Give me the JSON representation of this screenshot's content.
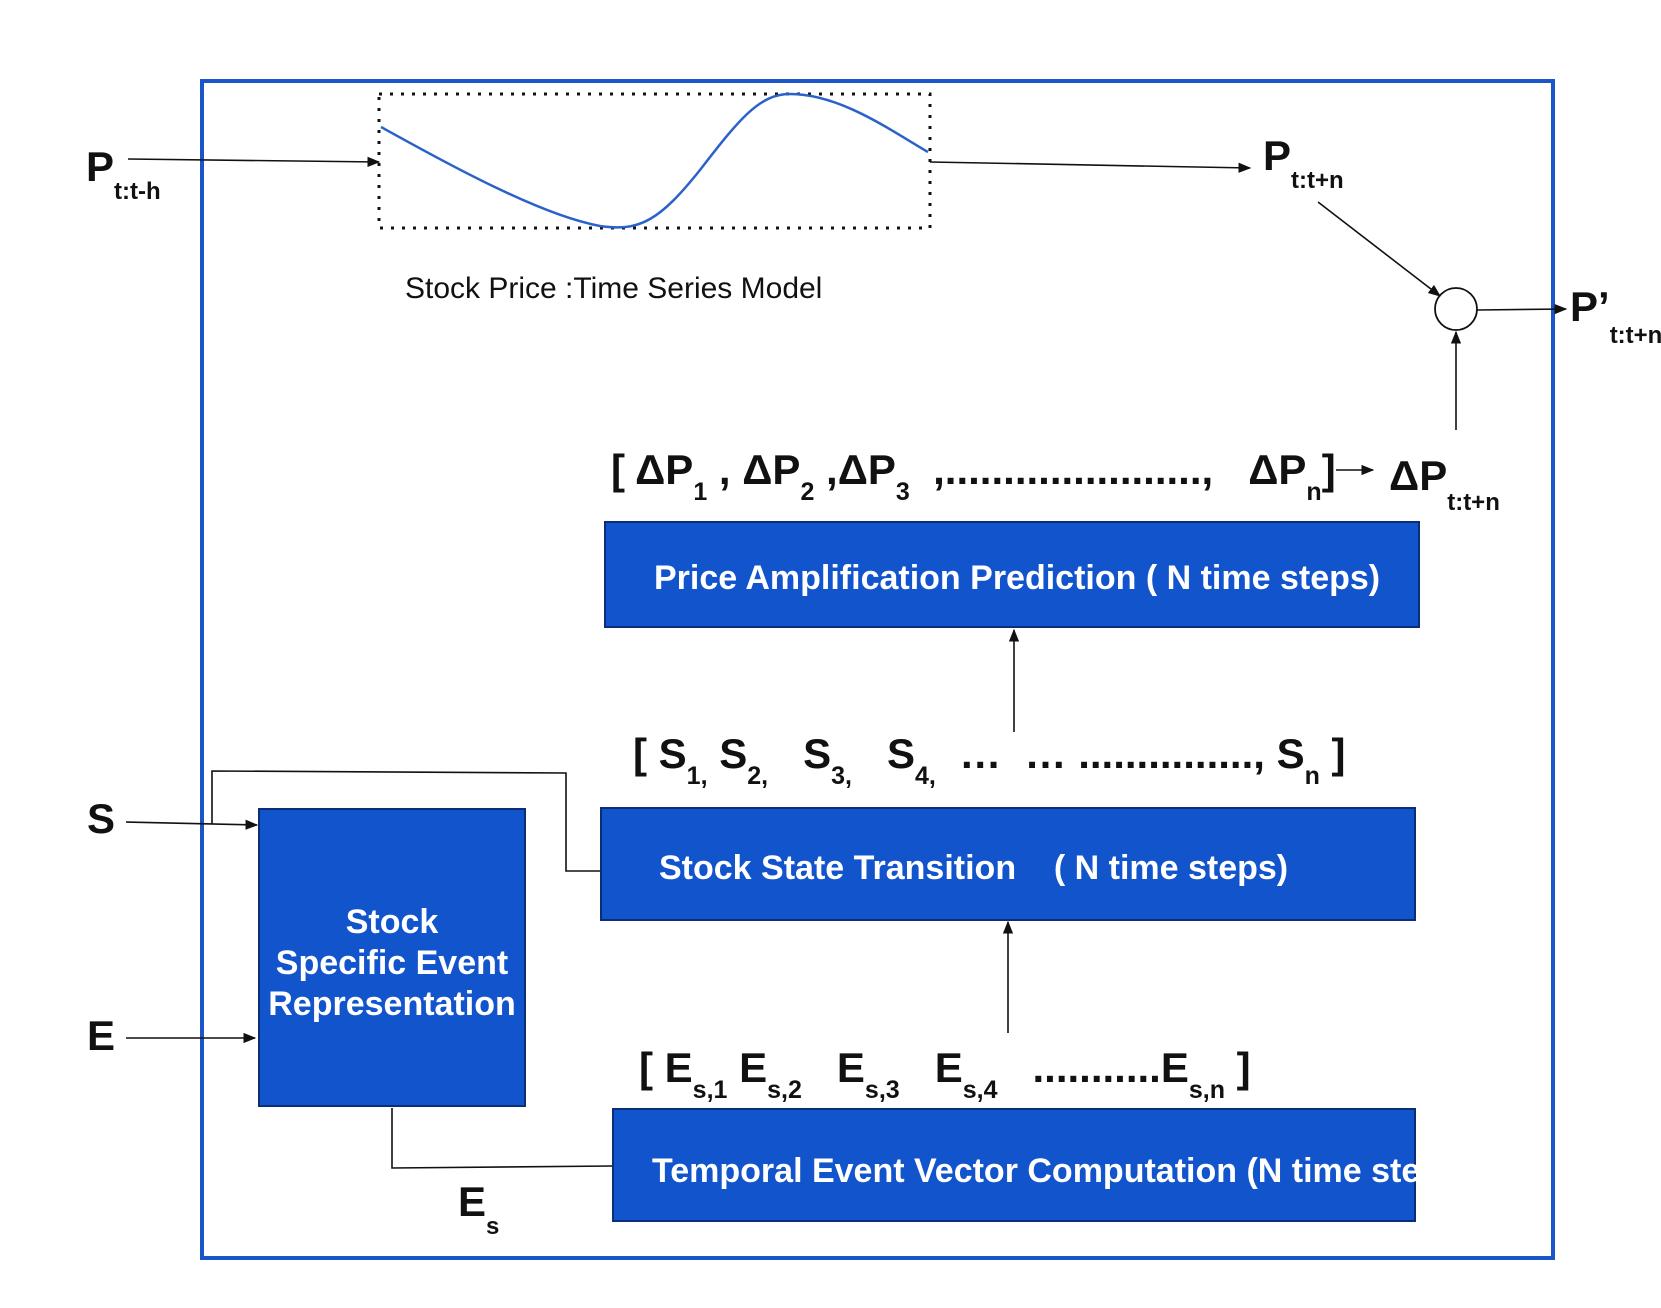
{
  "inputs": {
    "p_hist": {
      "base": "P",
      "sub": "t:t-h"
    },
    "s": "S",
    "e": "E"
  },
  "time_series": {
    "caption": "Stock Price :Time Series Model"
  },
  "outputs": {
    "p_pred": {
      "base": "P",
      "sub": "t:t+n"
    },
    "p_final": {
      "base": "P’",
      "sub": "t:t+n"
    },
    "delta_p": {
      "base": "ΔP",
      "sub": "t:t+n"
    }
  },
  "boxes": {
    "event_rep": [
      "Stock",
      "Specific Event",
      "Representation"
    ],
    "temporal": "Temporal Event Vector Computation (N time steps)",
    "state": "Stock State Transition    ( N time steps)",
    "price": "Price Amplification Prediction ( N time steps)"
  },
  "sequences": {
    "delta": {
      "open": "[ ",
      "close": "]",
      "items": [
        {
          "base": "ΔP",
          "sub": "1",
          "sep": " , "
        },
        {
          "base": "ΔP",
          "sub": "2",
          "sep": " ,"
        },
        {
          "base": "ΔP",
          "sub": "3",
          "sep": "  ,......................,   "
        },
        {
          "base": "ΔP",
          "sub": "n",
          "sep": ""
        }
      ]
    },
    "states": {
      "open": "[ ",
      "close": " ]",
      "items": [
        {
          "base": "S",
          "sub": "1,",
          "sep": " "
        },
        {
          "base": "S",
          "sub": "2,",
          "sep": "   "
        },
        {
          "base": "S",
          "sub": "3,",
          "sep": "   "
        },
        {
          "base": "S",
          "sub": "4,",
          "sep": "  …  … ..............., "
        },
        {
          "base": "S",
          "sub": "n",
          "sep": ""
        }
      ]
    },
    "events": {
      "open": "[ ",
      "close": " ]",
      "items": [
        {
          "base": "E",
          "sub": "s,1",
          "sep": " "
        },
        {
          "base": "E",
          "sub": "s,2",
          "sep": "   "
        },
        {
          "base": "E",
          "sub": "s,3",
          "sep": "   "
        },
        {
          "base": "E",
          "sub": "s,4",
          "sep": "   ..........."
        },
        {
          "base": "E",
          "sub": "s,n",
          "sep": ""
        }
      ]
    }
  },
  "es_label": {
    "base": "E",
    "sub": "s"
  },
  "colors": {
    "frame": "#1a56c8",
    "box": "#1254cc",
    "curve": "#2a62c9"
  }
}
